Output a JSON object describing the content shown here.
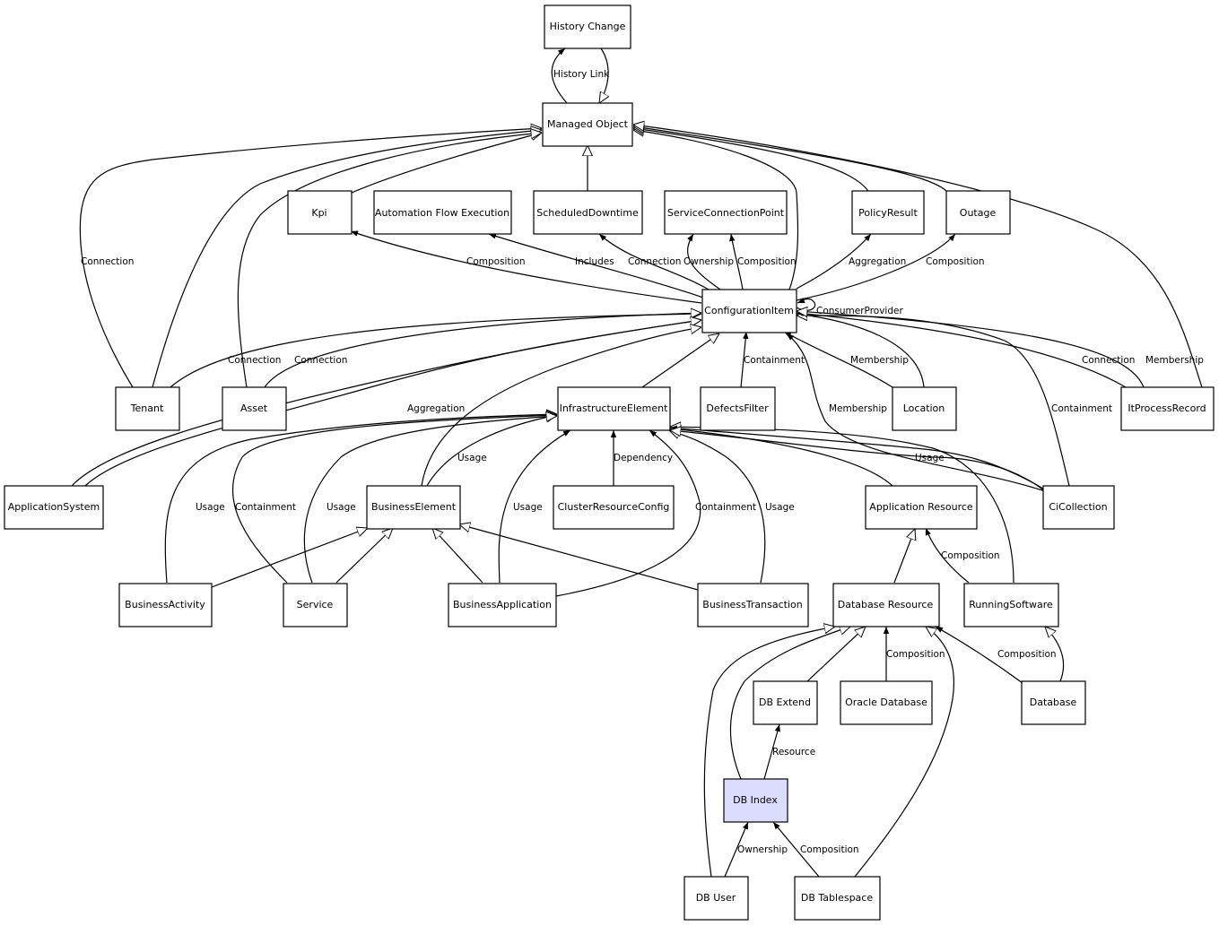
{
  "colors": {
    "highlight_fill": "#dcdcff",
    "stroke": "#000000",
    "background": "#ffffff"
  },
  "nodes": [
    {
      "id": "history_change",
      "label": "History Change"
    },
    {
      "id": "managed_object",
      "label": "Managed Object"
    },
    {
      "id": "kpi",
      "label": "Kpi"
    },
    {
      "id": "automation_flow_execution",
      "label": "Automation Flow Execution"
    },
    {
      "id": "scheduled_downtime",
      "label": "ScheduledDowntime"
    },
    {
      "id": "service_connection_point",
      "label": "ServiceConnectionPoint"
    },
    {
      "id": "policy_result",
      "label": "PolicyResult"
    },
    {
      "id": "outage",
      "label": "Outage"
    },
    {
      "id": "configuration_item",
      "label": "ConfigurationItem"
    },
    {
      "id": "tenant",
      "label": "Tenant"
    },
    {
      "id": "asset",
      "label": "Asset"
    },
    {
      "id": "infrastructure_element",
      "label": "InfrastructureElement"
    },
    {
      "id": "defects_filter",
      "label": "DefectsFilter"
    },
    {
      "id": "location",
      "label": "Location"
    },
    {
      "id": "it_process_record",
      "label": "ItProcessRecord"
    },
    {
      "id": "application_system",
      "label": "ApplicationSystem"
    },
    {
      "id": "business_element",
      "label": "BusinessElement"
    },
    {
      "id": "cluster_resource_config",
      "label": "ClusterResourceConfig"
    },
    {
      "id": "application_resource",
      "label": "Application Resource"
    },
    {
      "id": "ci_collection",
      "label": "CiCollection"
    },
    {
      "id": "business_activity",
      "label": "BusinessActivity"
    },
    {
      "id": "service",
      "label": "Service"
    },
    {
      "id": "business_application",
      "label": "BusinessApplication"
    },
    {
      "id": "business_transaction",
      "label": "BusinessTransaction"
    },
    {
      "id": "database_resource",
      "label": "Database Resource"
    },
    {
      "id": "running_software",
      "label": "RunningSoftware"
    },
    {
      "id": "db_extend",
      "label": "DB Extend"
    },
    {
      "id": "oracle_database",
      "label": "Oracle Database"
    },
    {
      "id": "database",
      "label": "Database"
    },
    {
      "id": "db_index",
      "label": "DB Index",
      "highlighted": true
    },
    {
      "id": "db_user",
      "label": "DB User"
    },
    {
      "id": "db_tablespace",
      "label": "DB Tablespace"
    }
  ],
  "edge_labels": [
    "History Link",
    "Connection",
    "Composition",
    "Includes",
    "Connection",
    "Ownership",
    "Composition",
    "Aggregation",
    "Composition",
    "ConsumerProvider",
    "Connection",
    "Connection",
    "Containment",
    "Membership",
    "Connection",
    "Membership",
    "Aggregation",
    "Membership",
    "Containment",
    "Usage",
    "Dependency",
    "Usage",
    "Usage",
    "Containment",
    "Usage",
    "Usage",
    "Containment",
    "Usage",
    "Composition",
    "Composition",
    "Composition",
    "Resource",
    "Ownership",
    "Composition"
  ]
}
